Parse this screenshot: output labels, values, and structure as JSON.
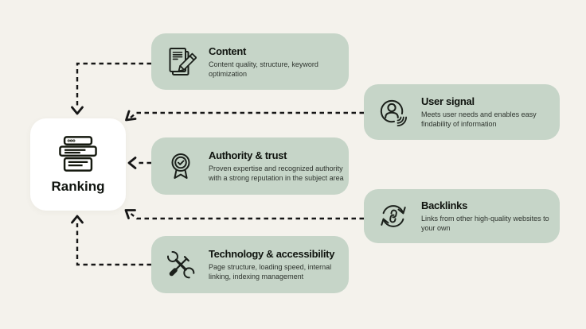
{
  "page": {
    "background_color": "#f4f2ec",
    "card_color": "#c6d5c8",
    "ranking_card_color": "#ffffff",
    "line_color": "#161616"
  },
  "ranking": {
    "label": "Ranking",
    "icon": "search-results-icon"
  },
  "factors": [
    {
      "id": "content",
      "title": "Content",
      "description": "Content quality, structure, keyword optimization",
      "icon": "document-pencil-icon"
    },
    {
      "id": "user-signal",
      "title": "User signal",
      "description": "Meets user needs and enables easy findability of information",
      "icon": "user-signal-icon"
    },
    {
      "id": "authority-trust",
      "title": "Authority & trust",
      "description": "Proven expertise and recognized authority with a strong reputation in the subject area",
      "icon": "award-badge-icon"
    },
    {
      "id": "backlinks",
      "title": "Backlinks",
      "description": "Links from other high-quality websites to your own",
      "icon": "link-cycle-icon"
    },
    {
      "id": "technology-accessibility",
      "title": "Technology & accessibility",
      "description": "Page structure, loading speed, internal linking, indexing management",
      "icon": "wrench-screwdriver-icon"
    }
  ],
  "connections": [
    {
      "from": "content",
      "to": "ranking",
      "style": "dashed-arrow"
    },
    {
      "from": "user-signal",
      "to": "ranking",
      "style": "dashed-arrow"
    },
    {
      "from": "authority-trust",
      "to": "ranking",
      "style": "dashed-arrow"
    },
    {
      "from": "backlinks",
      "to": "ranking",
      "style": "dashed-arrow"
    },
    {
      "from": "technology-accessibility",
      "to": "ranking",
      "style": "dashed-arrow"
    }
  ]
}
